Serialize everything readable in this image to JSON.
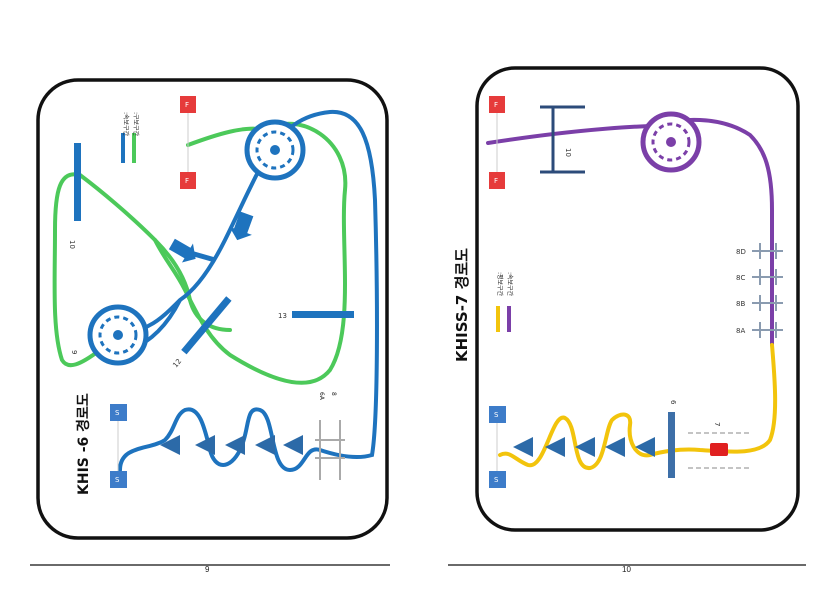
{
  "left_page": {
    "title": "KHIS -6 경로도",
    "legend": {
      "blue_label": ":속보구간",
      "green_label": ":구보구간"
    },
    "finish_label": "F",
    "start_label": "S",
    "obstacles": {
      "o9": "9",
      "o10": "10",
      "o12": "12",
      "o13": "13",
      "o6a": "6A",
      "o8": "8"
    },
    "page_number": "9",
    "colors": {
      "fast": "#1e73be",
      "slow": "#4cc95a"
    }
  },
  "right_page": {
    "title": "KHISS-7 경로도",
    "legend": {
      "yellow_label": ":평보구간",
      "purple_label": ":속보구간"
    },
    "finish_label": "F",
    "start_label": "S",
    "obstacles": {
      "o6": "6",
      "o7": "7",
      "o10": "10",
      "o8a": "8A",
      "o8b": "8B",
      "o8c": "8C",
      "o8d": "8D"
    },
    "page_number": "10",
    "colors": {
      "walk": "#f2c40c",
      "trot": "#7b3fa8"
    }
  }
}
